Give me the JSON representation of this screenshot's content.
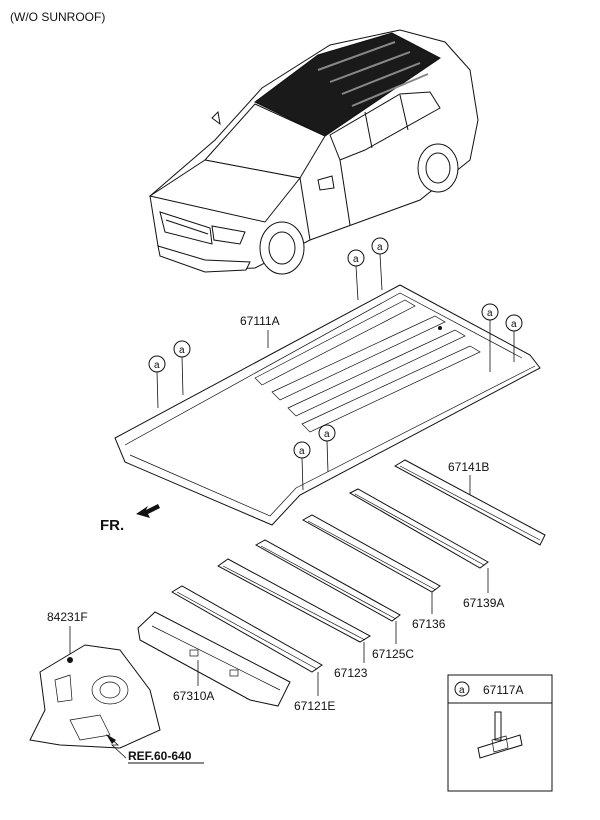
{
  "header": {
    "title": "(W/O SUNROOF)"
  },
  "direction_label": "FR.",
  "callout_letter": "a",
  "reference_label": "REF.60-640",
  "parts": {
    "roof_panel": "67111A",
    "rail_67141B": "67141B",
    "rail_67139A": "67139A",
    "rail_67136": "67136",
    "rail_67125C": "67125C",
    "rail_67123": "67123",
    "rail_67121E": "67121E",
    "rail_67310A": "67310A",
    "part_84231F": "84231F"
  },
  "legend": {
    "part_number": "67117A"
  },
  "colors": {
    "ink": "#111111",
    "roof_dark": "#1a1a1a",
    "background": "#ffffff"
  }
}
